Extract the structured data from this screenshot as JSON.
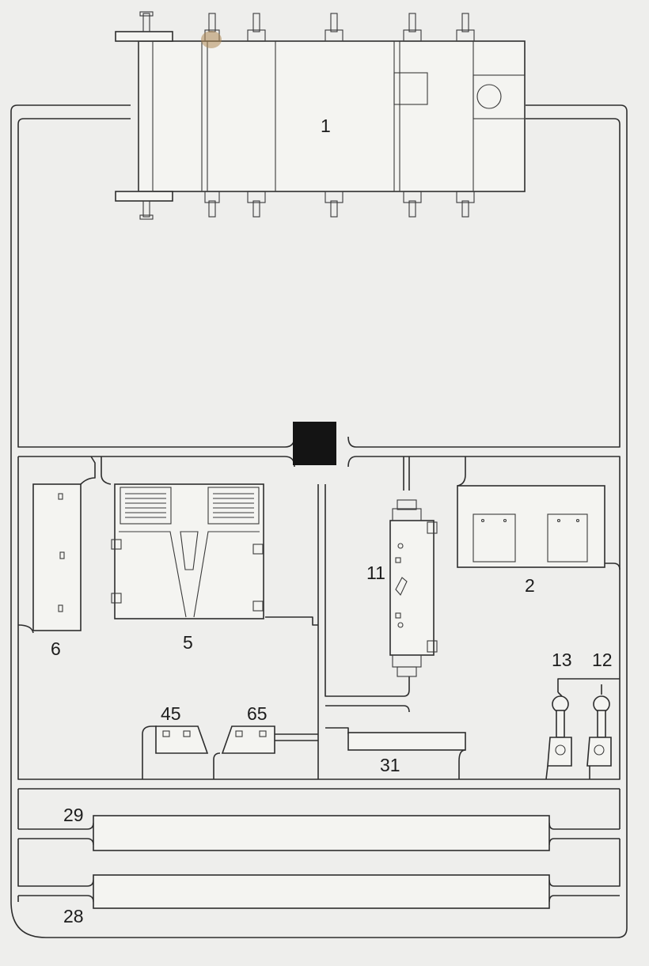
{
  "labels": {
    "p1": "1",
    "p2": "2",
    "p5": "5",
    "p6": "6",
    "p11": "11",
    "p12": "12",
    "p13": "13",
    "p28": "28",
    "p29": "29",
    "p31": "31",
    "p45": "45",
    "p65": "65"
  },
  "colors": {
    "paper": "#eeeeec",
    "line": "#2d2d2d",
    "center_tab": "#141414",
    "glue_stain": "#b08a55"
  }
}
